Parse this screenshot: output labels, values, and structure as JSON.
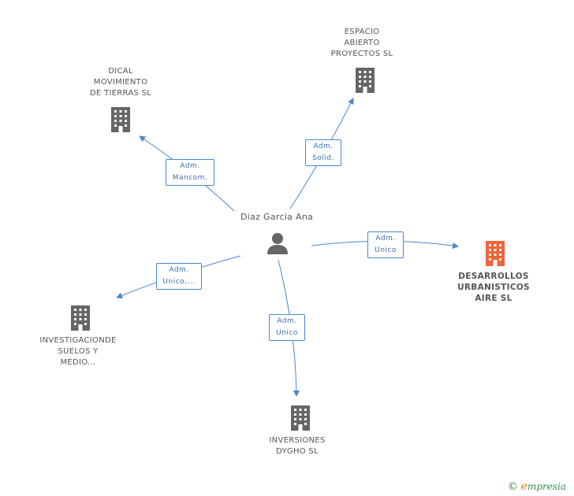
{
  "person": {
    "name": "Diaz Garcia Ana"
  },
  "companies": {
    "dical": "DICAL\nMOVIMIENTO\nDE TIERRAS SL",
    "espacio": "ESPACIO\nABIERTO\nPROYECTOS SL",
    "desarrollos": "DESARROLLOS\nURBANISTICOS\nAIRE SL",
    "investigacion": "INVESTIGACIONDE\nSUELOS Y\nMEDIO...",
    "inversiones": "INVERSIONES\nDYGHO SL"
  },
  "edges": {
    "dical": "Adm.\nMancom.",
    "espacio": "Adm.\nSolid.",
    "desarrollos": "Adm.\nUnico",
    "investigacion": "Adm.\nUnico,...",
    "inversiones": "Adm.\nUnico"
  },
  "colors": {
    "edge": "#4a86d0",
    "building": "#666666",
    "building_main": "#f0653a"
  },
  "footer": {
    "copyright": "©",
    "brand_initial": "e",
    "brand_rest": "mpresia"
  }
}
